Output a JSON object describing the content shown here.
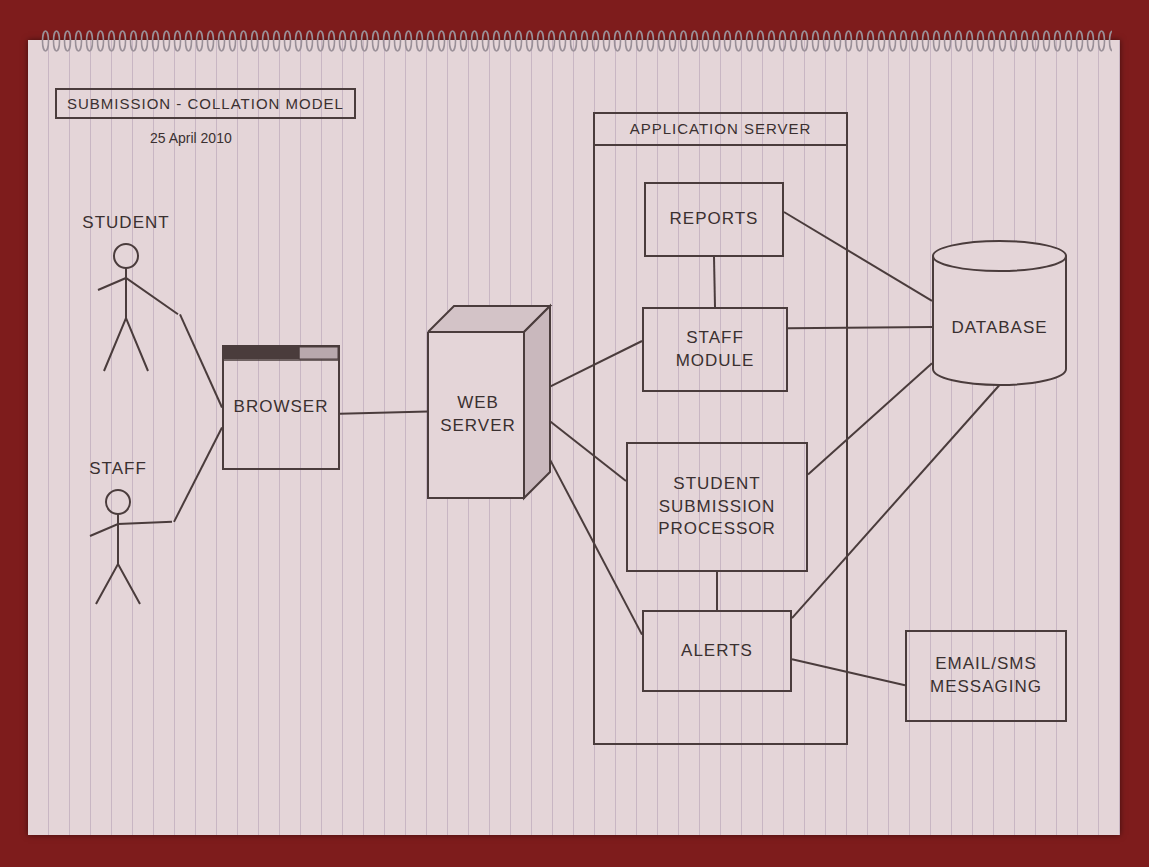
{
  "diagram": {
    "title": "SUBMISSION - COLLATION MODEL",
    "nodes": [
      {
        "text": [
          "STUDENT"
        ]
      },
      {
        "text": [
          "STAFF"
        ]
      },
      {
        "text": [
          "BROWSER"
        ]
      },
      {
        "text": [
          "WEB SERVER"
        ]
      },
      {
        "text": [
          "APPLICATION SERVER"
        ]
      },
      {
        "text": [
          "REPORTS"
        ],
        "in": 4
      },
      {
        "text": [
          "STAFF MODULE"
        ],
        "in": 4
      },
      {
        "text": [
          "STUDENT SUBMISSION PROCESSOR"
        ],
        "in": 4
      },
      {
        "text": [
          "ALERTS"
        ],
        "in": 4
      },
      {
        "text": [
          "DATABASE"
        ]
      },
      {
        "text": [
          "EMAIL/SMS MESSAGING"
        ]
      }
    ],
    "edges": [
      {
        "from": 0,
        "to": 2,
        "arrow": "none"
      },
      {
        "from": 1,
        "to": 2,
        "arrow": "none"
      },
      {
        "from": 2,
        "to": 3,
        "arrow": "none"
      },
      {
        "from": 3,
        "to": 6,
        "arrow": "none"
      },
      {
        "from": 3,
        "to": 7,
        "arrow": "none"
      },
      {
        "from": 3,
        "to": 8,
        "arrow": "none"
      },
      {
        "from": 5,
        "to": 6,
        "arrow": "none"
      },
      {
        "from": 7,
        "to": 8,
        "arrow": "none"
      },
      {
        "from": 5,
        "to": 9,
        "arrow": "none"
      },
      {
        "from": 6,
        "to": 9,
        "arrow": "none"
      },
      {
        "from": 7,
        "to": 9,
        "arrow": "none"
      },
      {
        "from": 8,
        "to": 9,
        "arrow": "none"
      },
      {
        "from": 8,
        "to": 10,
        "arrow": "none"
      }
    ],
    "labels": [
      "25 April 2010"
    ]
  }
}
